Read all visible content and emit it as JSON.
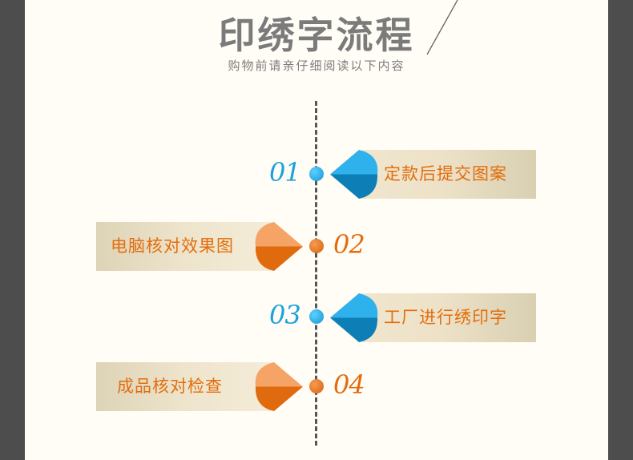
{
  "header": {
    "title": "印绣字流程",
    "subtitle": "购物前请亲仔细阅读以下内容"
  },
  "colors": {
    "blue": "#1296d6",
    "orange": "#e36d0c",
    "sidebar": "#4d4d4d",
    "panel": "#ede2c8"
  },
  "steps": [
    {
      "number": "01",
      "label": "定款后提交图案",
      "side": "right",
      "color": "blue"
    },
    {
      "number": "02",
      "label": "电脑核对效果图",
      "side": "left",
      "color": "orange"
    },
    {
      "number": "03",
      "label": "工厂进行绣印字",
      "side": "right",
      "color": "blue"
    },
    {
      "number": "04",
      "label": "成品核对检查",
      "side": "left",
      "color": "orange"
    }
  ]
}
